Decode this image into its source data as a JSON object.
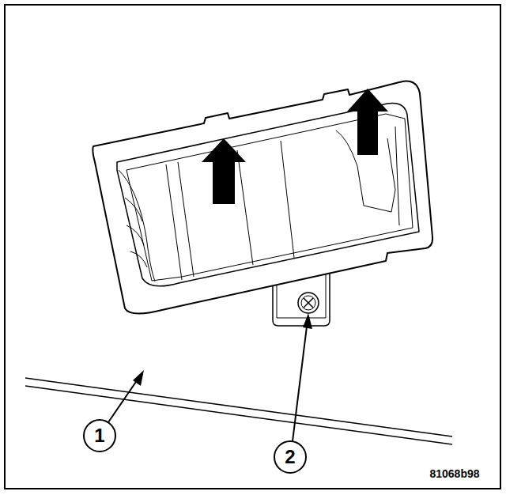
{
  "diagram": {
    "labels": [
      "1",
      "2",
      "81068b98"
    ]
  }
}
